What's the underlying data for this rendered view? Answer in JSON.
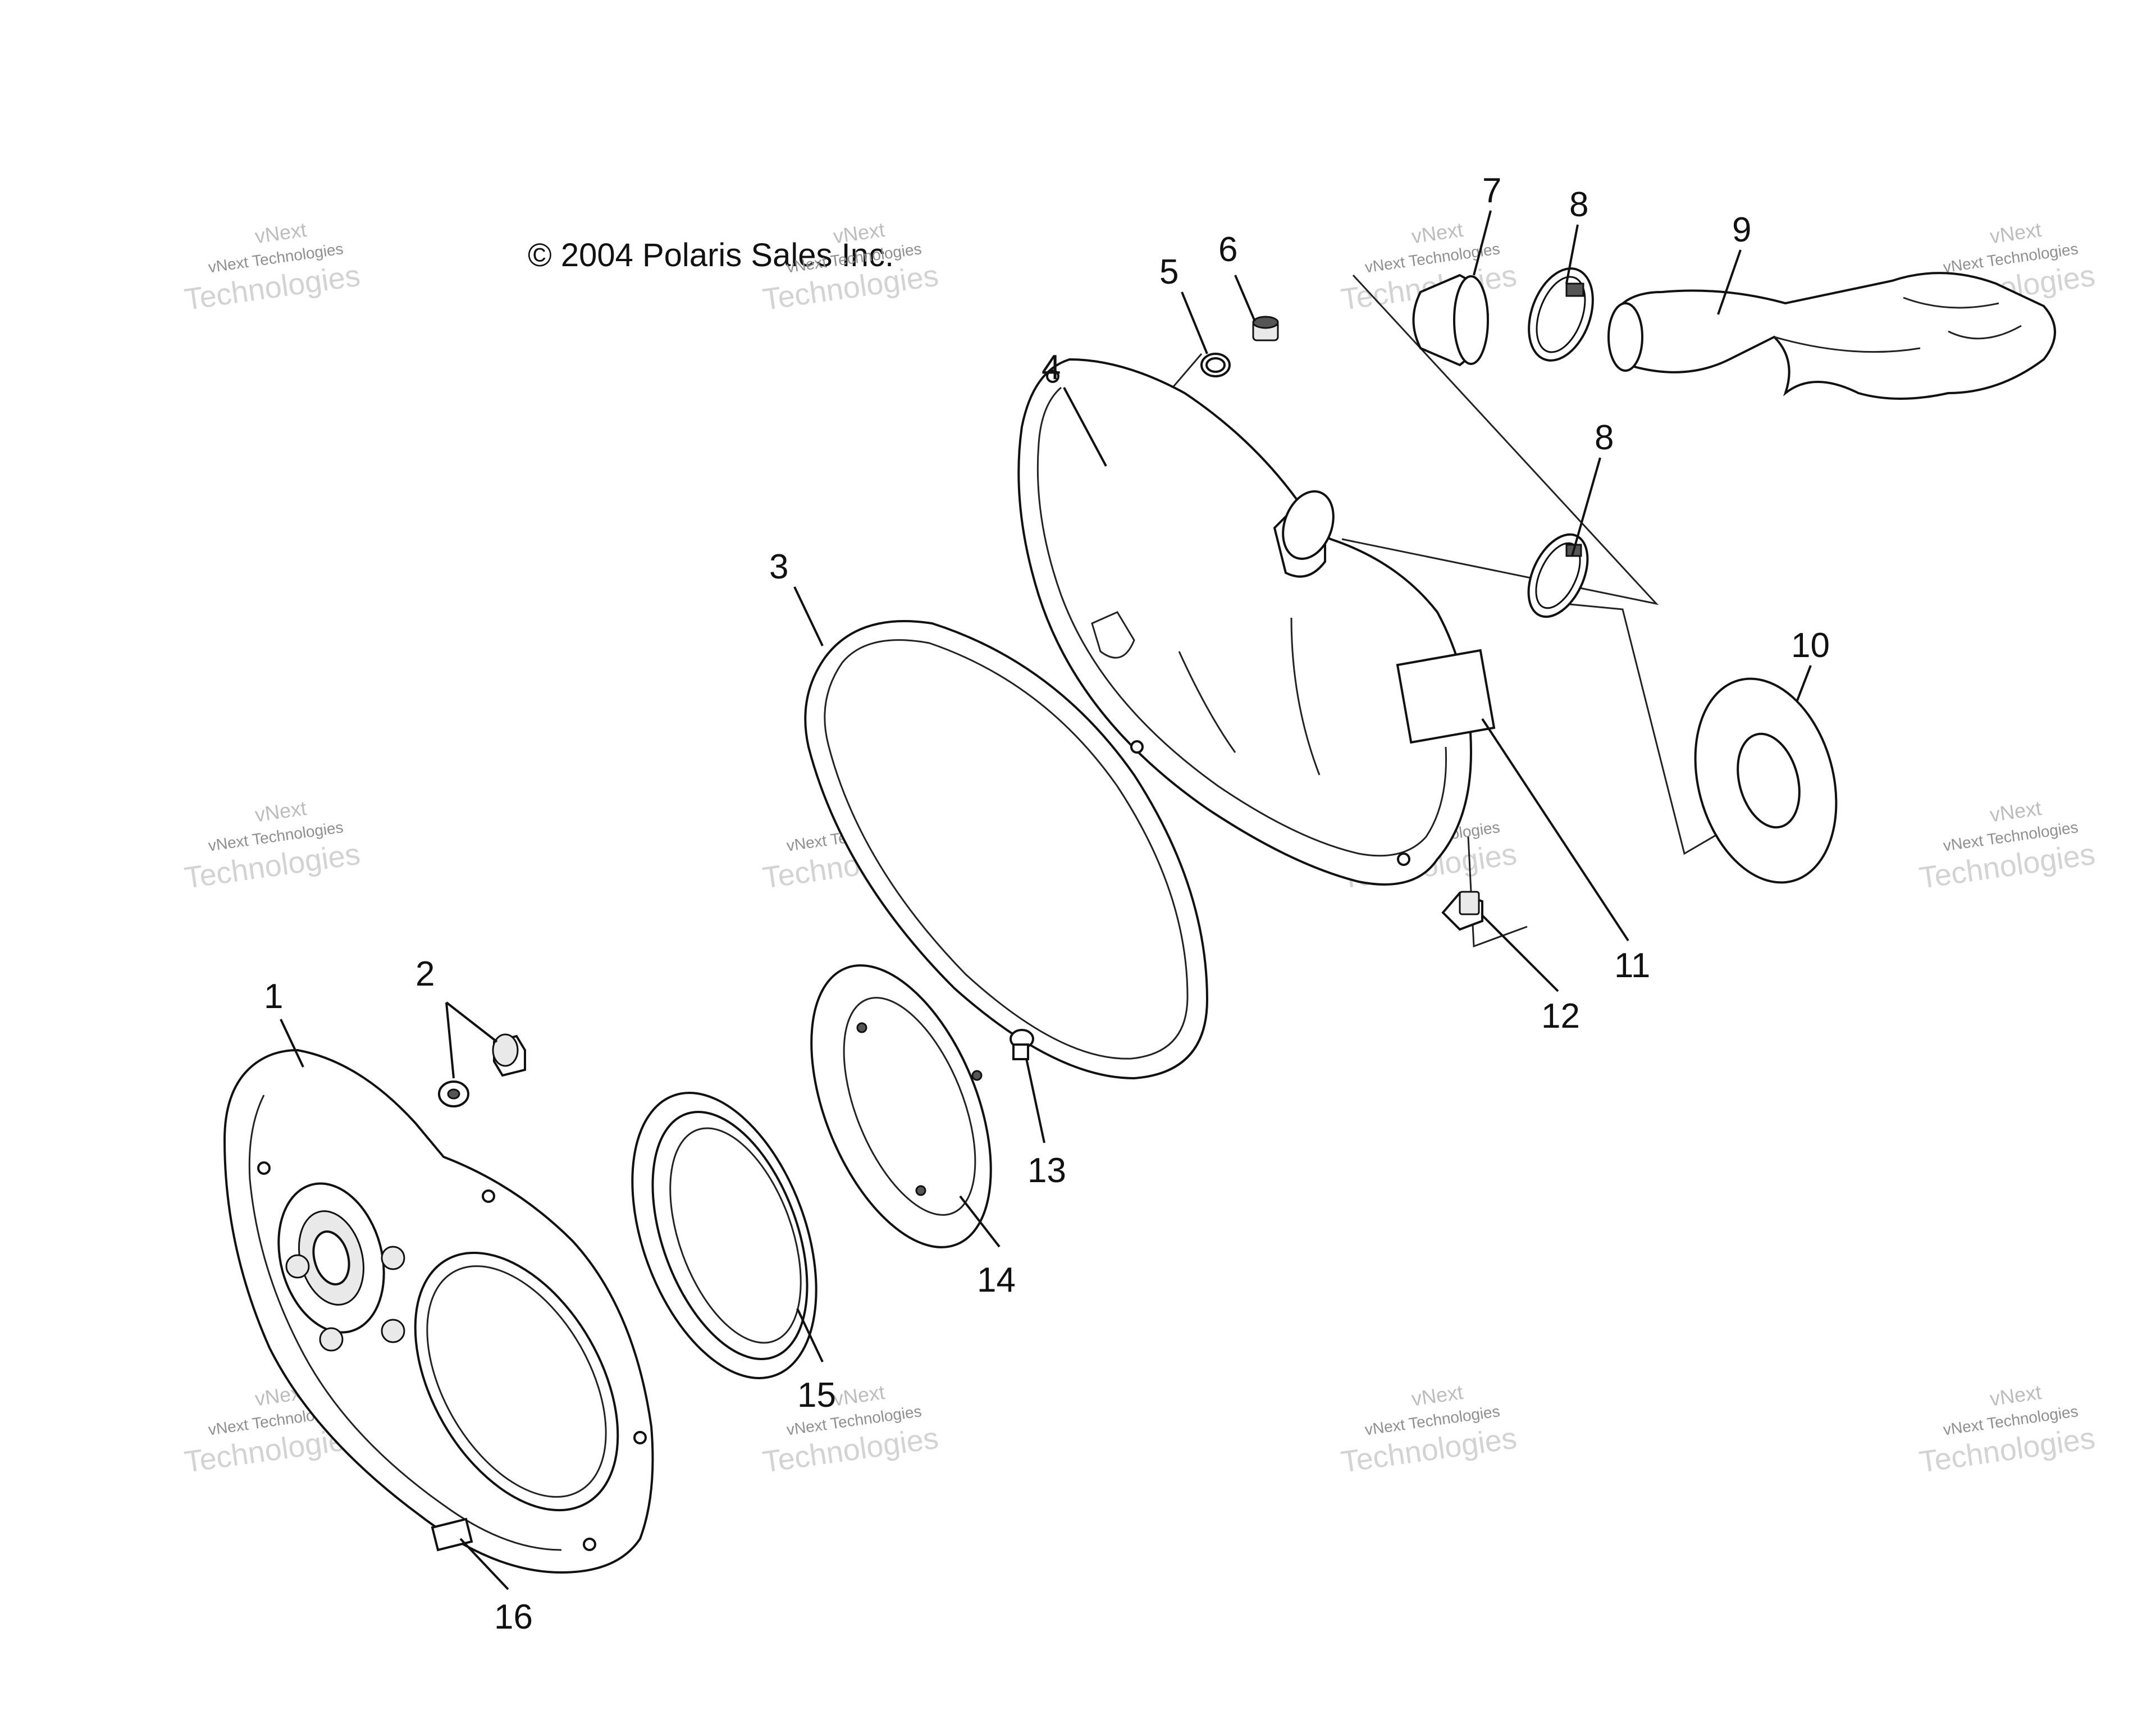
{
  "copyright": "© 2004 Polaris Sales Inc.",
  "watermark": {
    "line1": "vNext",
    "line2": "vNext Technologies",
    "line3": "Technologies"
  },
  "callouts": [
    {
      "id": "1",
      "text": "1"
    },
    {
      "id": "2",
      "text": "2"
    },
    {
      "id": "3",
      "text": "3"
    },
    {
      "id": "4",
      "text": "4"
    },
    {
      "id": "5",
      "text": "5"
    },
    {
      "id": "6",
      "text": "6"
    },
    {
      "id": "7",
      "text": "7"
    },
    {
      "id": "8a",
      "text": "8"
    },
    {
      "id": "8b",
      "text": "8"
    },
    {
      "id": "9",
      "text": "9"
    },
    {
      "id": "10",
      "text": "10"
    },
    {
      "id": "11",
      "text": "11"
    },
    {
      "id": "12",
      "text": "12"
    },
    {
      "id": "13",
      "text": "13"
    },
    {
      "id": "14",
      "text": "14"
    },
    {
      "id": "15",
      "text": "15"
    },
    {
      "id": "16",
      "text": "16"
    }
  ]
}
